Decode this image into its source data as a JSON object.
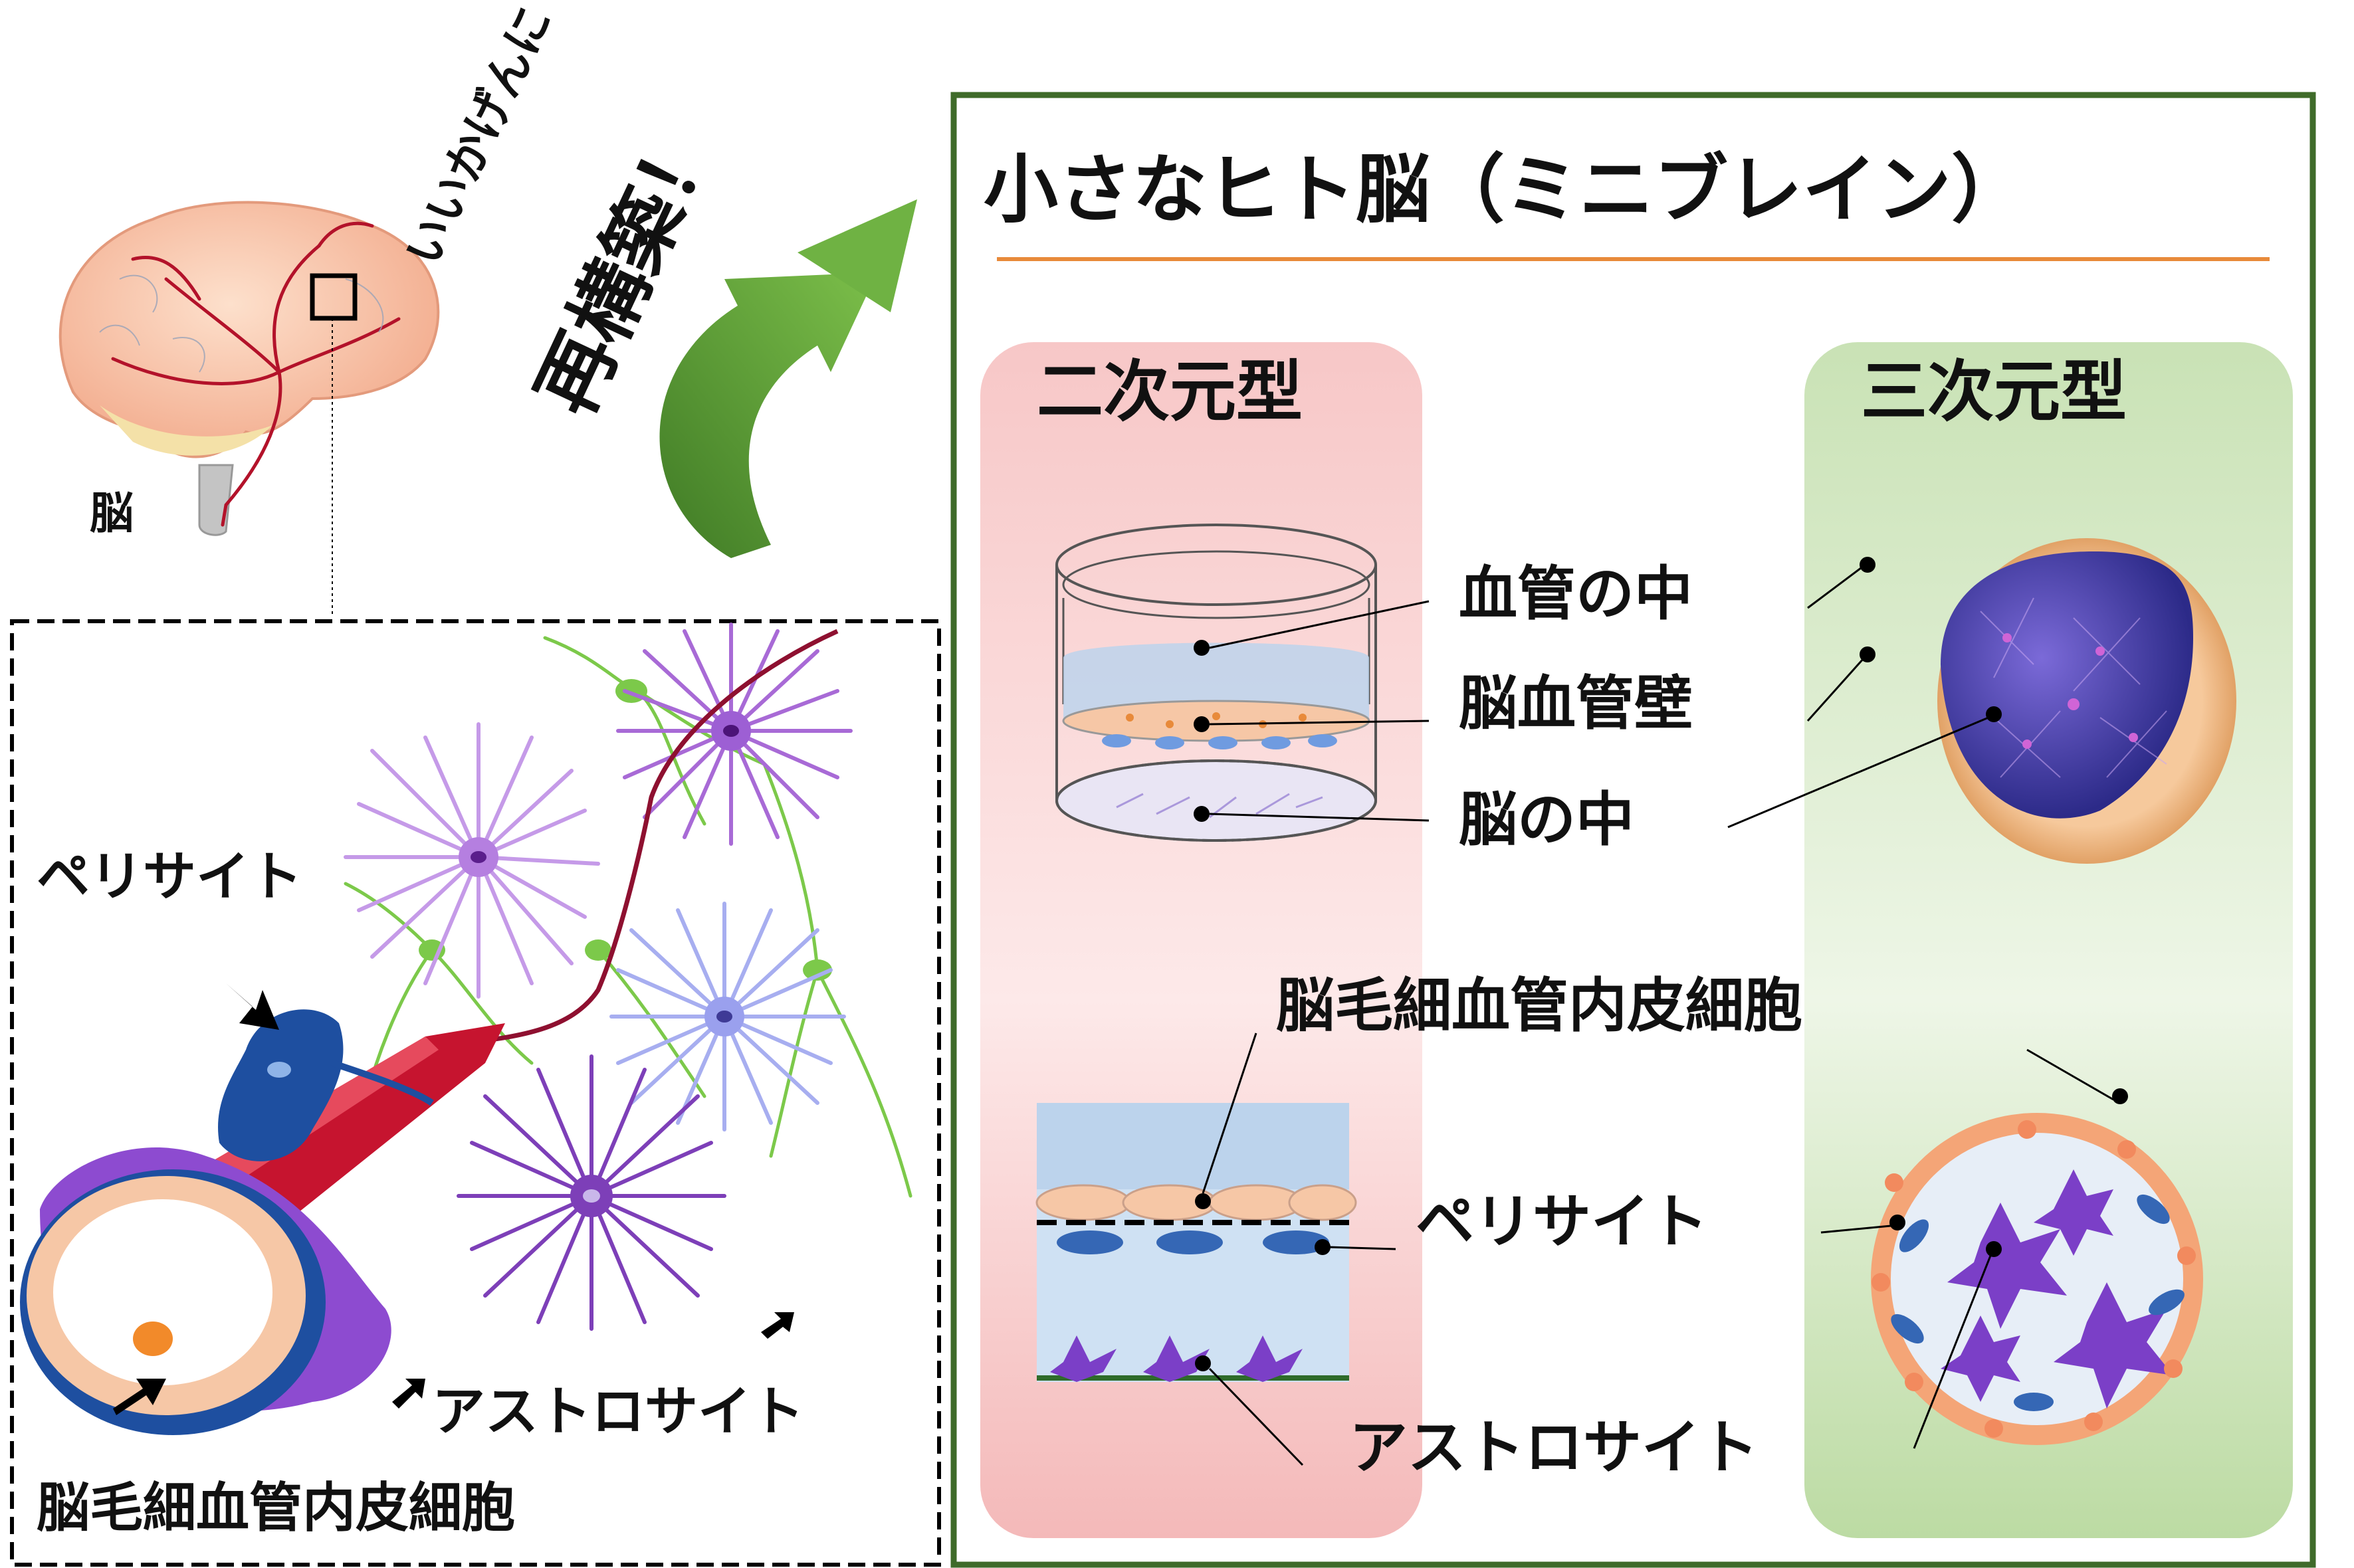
{
  "left": {
    "brain_label": "脳",
    "rebuild_small": "いいかげんに",
    "rebuild_big": "再構築！",
    "pericyte_label": "ペリサイト",
    "astrocyte_label": "アストロサイト",
    "endothelial_label": "脳毛細血管内皮細胞"
  },
  "right": {
    "title": "小さなヒト脳（ミニブレイン）",
    "type_2d": "二次元型",
    "type_3d": "三次元型",
    "vessel_inside": "血管の中",
    "vessel_wall": "脳血管壁",
    "brain_inside": "脳の中",
    "endothelial_label": "脳毛細血管内皮細胞",
    "pericyte_label": "ペリサイト",
    "astrocyte_label": "アストロサイト"
  },
  "colors": {
    "frame_green": "#3f6b2a",
    "arrow_green": "#5ea33a",
    "title_rule": "#e88a3a",
    "panel_2d": "#f6c9c9",
    "panel_3d": "#cfe5bd",
    "astrocyte_purple": "#7b3fc7",
    "pericyte_blue": "#1e4fa0",
    "vessel_red": "#b3122a"
  }
}
